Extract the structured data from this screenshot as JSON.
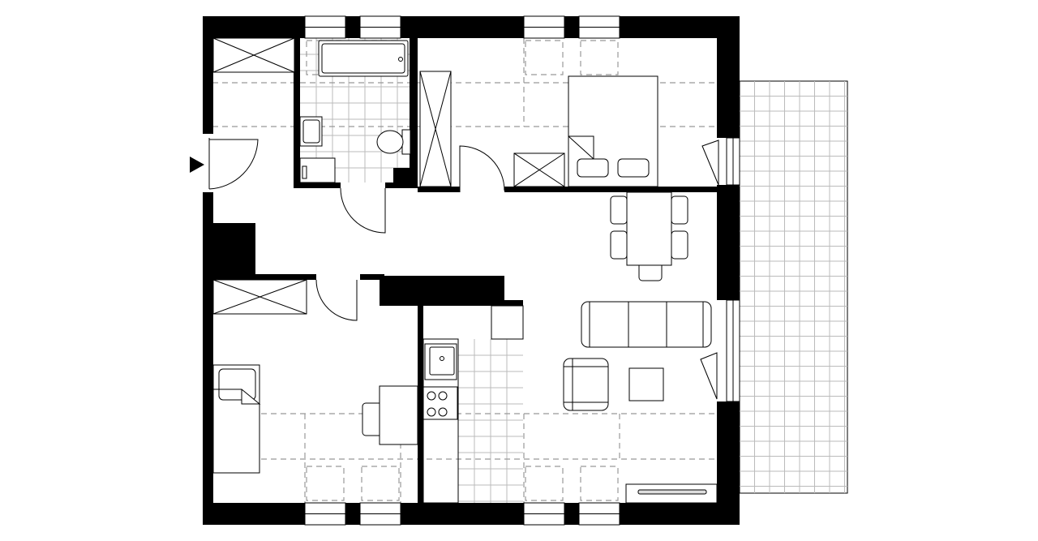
{
  "plan": {
    "colors": {
      "wall": "#000000",
      "background": "#ffffff",
      "tile_grid": "#bbbbbb",
      "dashed_overhead": "#999999"
    },
    "entrance_marker": "triangle-arrow-icon",
    "rooms": [
      "hall",
      "bathroom",
      "bedroom-top",
      "living-room",
      "bedroom-bottom",
      "kitchen",
      "balcony"
    ]
  }
}
